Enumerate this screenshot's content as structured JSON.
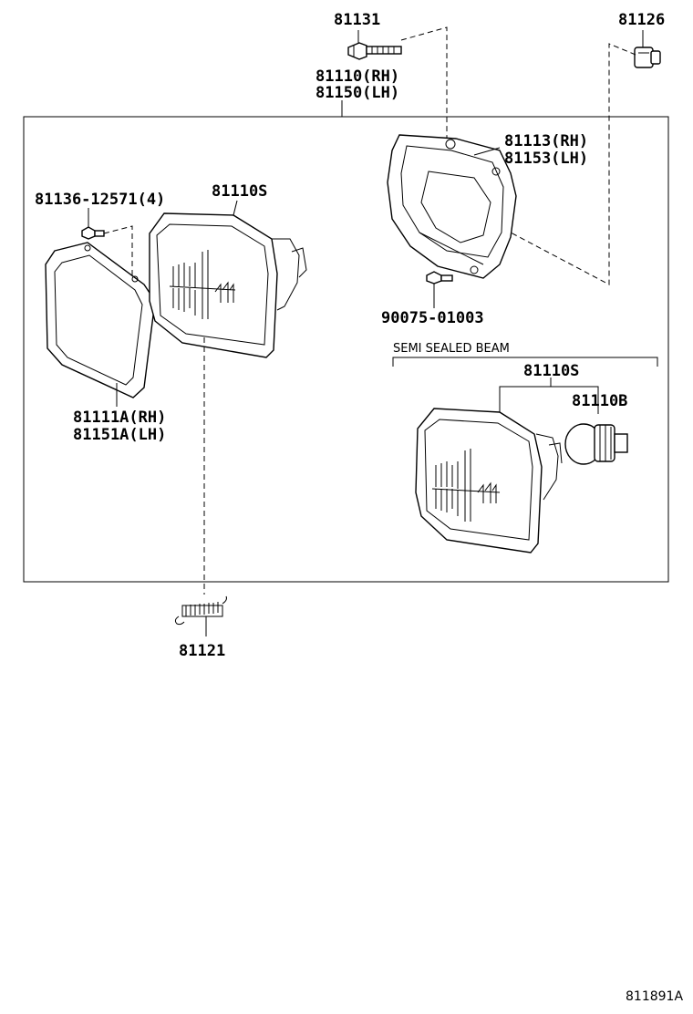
{
  "labels": {
    "bolt_81131": "81131",
    "clip_81126": "81126",
    "assy_rh": "81110(RH)",
    "assy_lh": "81150(LH)",
    "housing_rh": "81113(RH)",
    "housing_lh": "81153(LH)",
    "screw_81136": "81136-12571(4)",
    "unit_81110s": "81110S",
    "screw_90075": "90075-01003",
    "semi_sealed_beam": "SEMI SEALED BEAM",
    "unit_81110s_semi": "81110S",
    "bulb_81110b": "81110B",
    "ring_rh": "81111A(RH)",
    "ring_lh": "81151A(LH)",
    "spring_81121": "81121",
    "diagram_id": "811891A"
  }
}
